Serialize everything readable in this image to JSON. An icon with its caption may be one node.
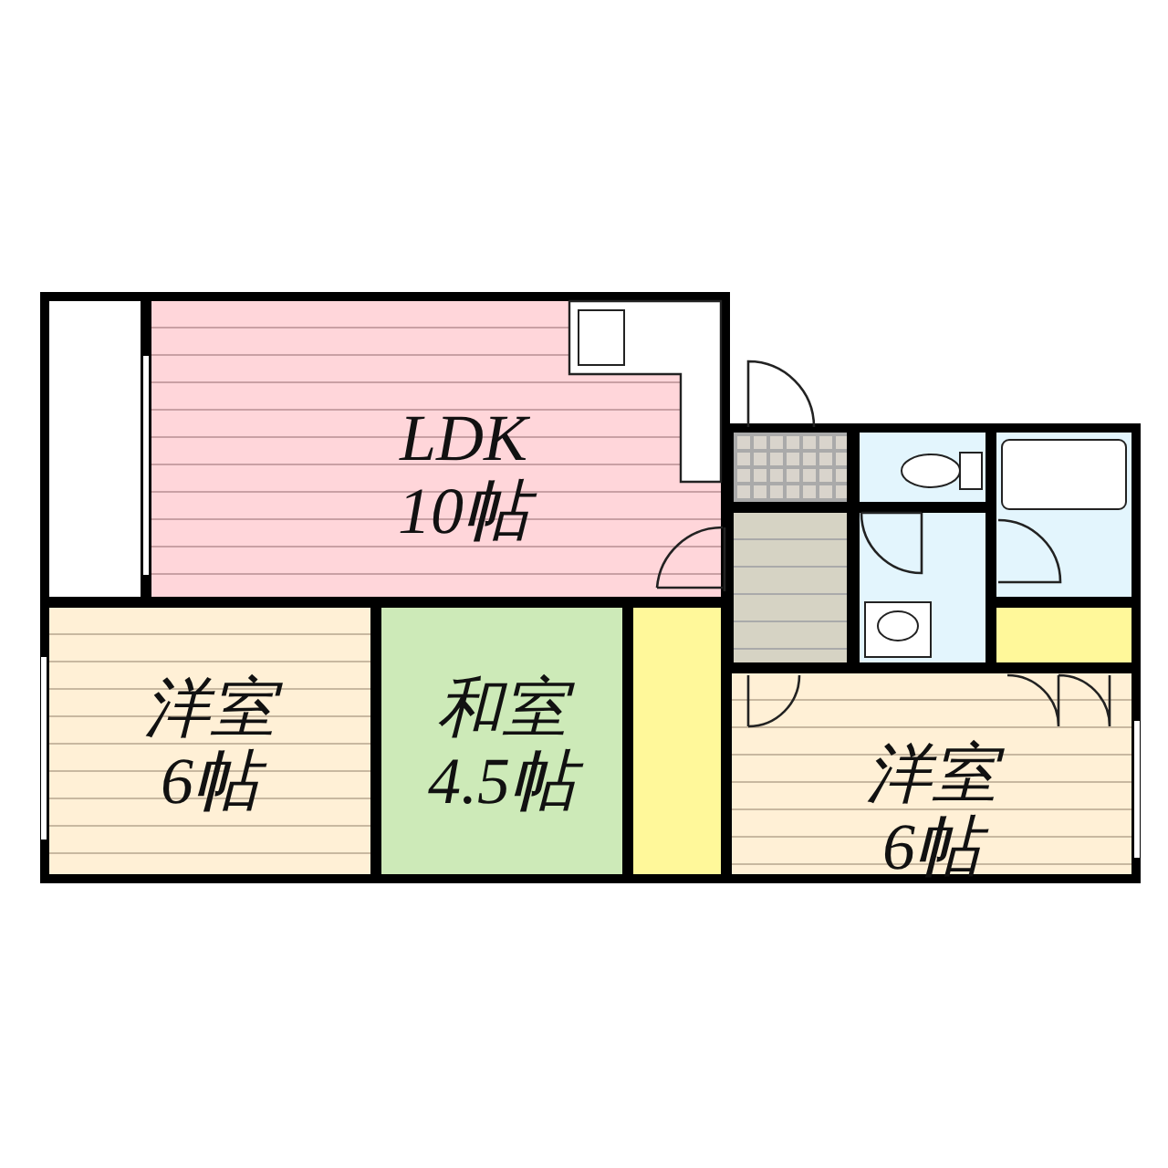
{
  "diagram": {
    "nodes": [
      {
        "text": [],
        "shape": "box"
      },
      {
        "text": [
          "LDK",
          "10帖"
        ]
      },
      {
        "text": [],
        "shape": "box"
      },
      {
        "text": [],
        "shape": "box"
      },
      {
        "text": [],
        "shape": "box"
      },
      {
        "text": [],
        "shape": "box"
      },
      {
        "text": [],
        "shape": "box"
      },
      {
        "text": [],
        "shape": "box"
      },
      {
        "text": [
          "洋室",
          "6帖"
        ]
      },
      {
        "text": [
          "和室",
          "4.5帖"
        ]
      },
      {
        "text": [],
        "shape": "box"
      },
      {
        "text": [
          "洋室",
          "6帖"
        ]
      }
    ]
  }
}
